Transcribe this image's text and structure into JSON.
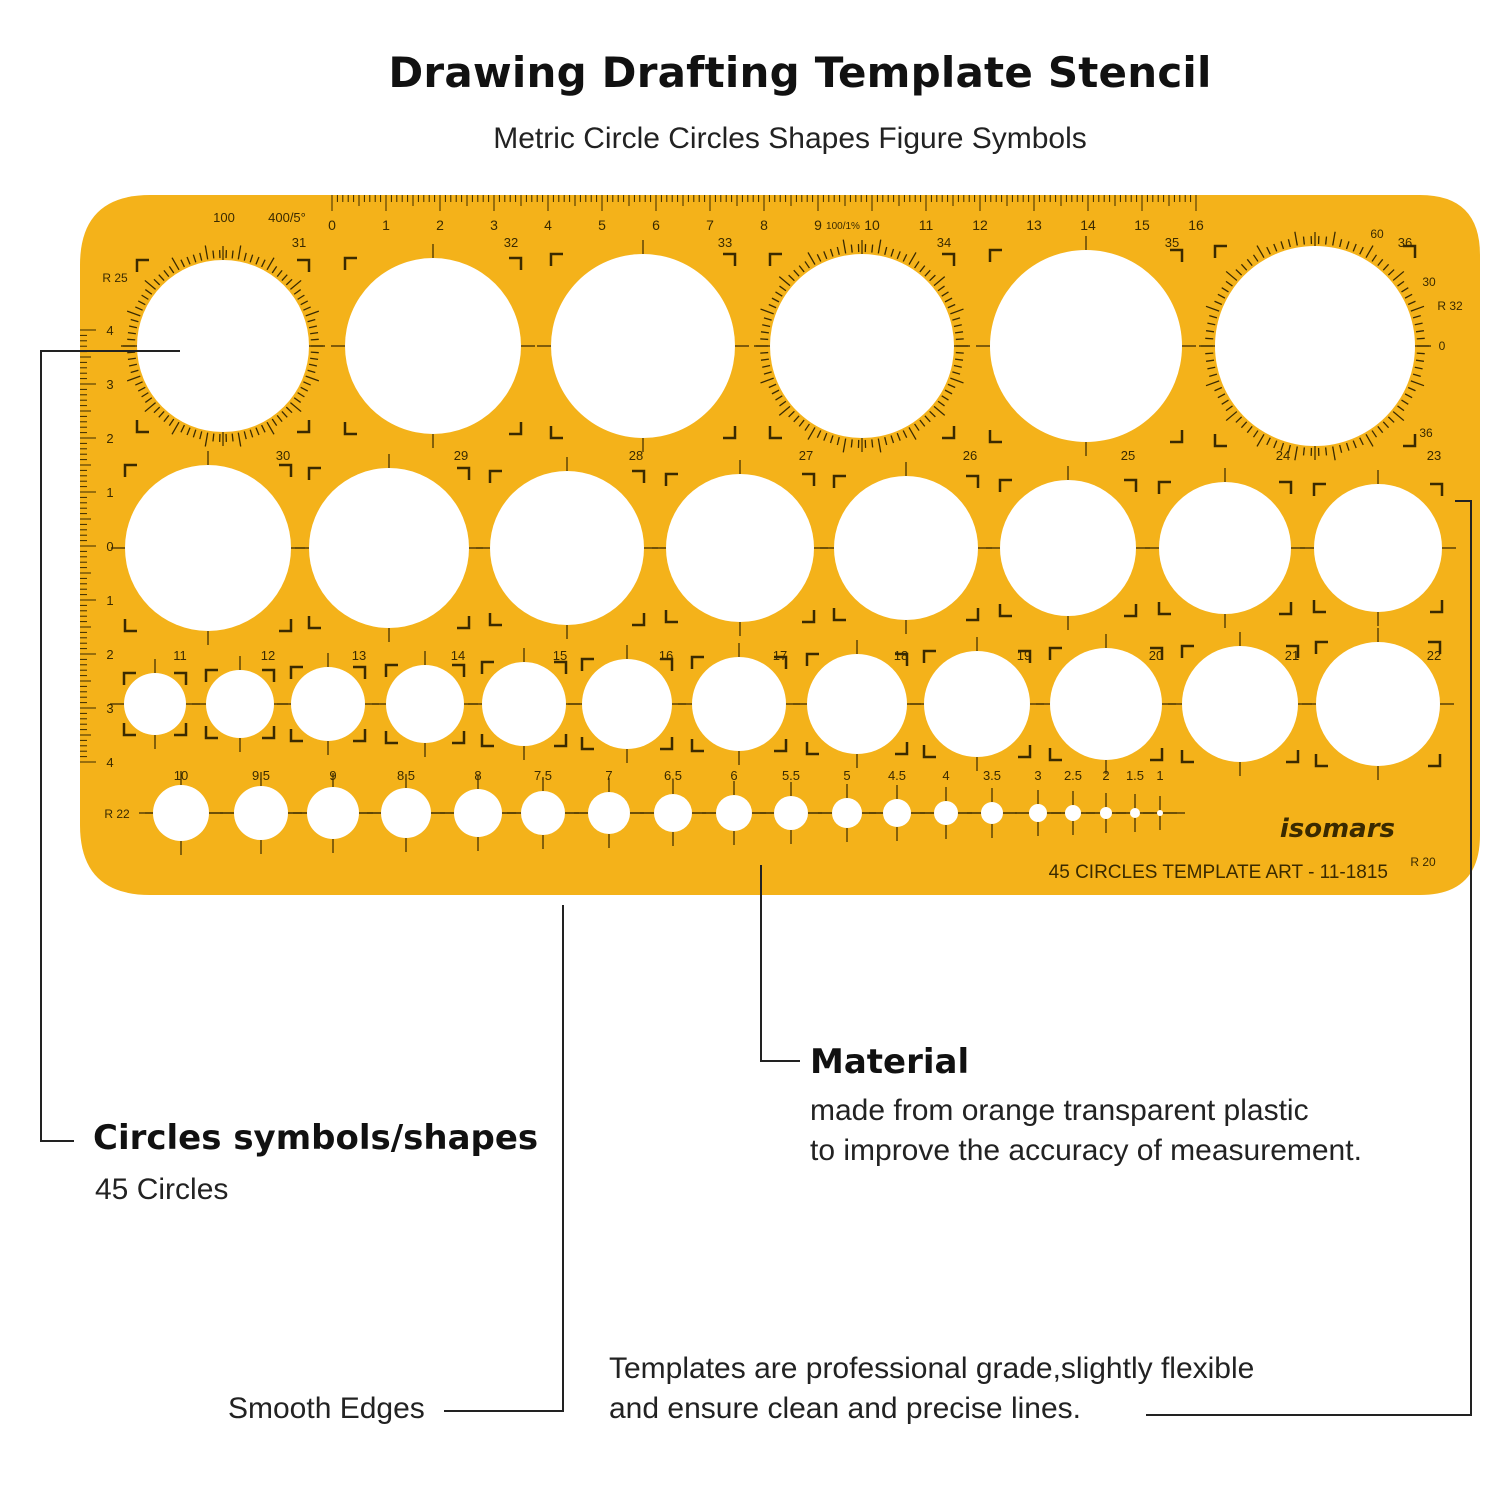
{
  "header": {
    "title": "Drawing Drafting Template Stencil",
    "subtitle": "Metric Circle Circles Shapes Figure Symbols"
  },
  "stencil": {
    "color": "#f4b21a",
    "brand": "isomars",
    "model_text": "45 CIRCLES TEMPLATE ART - 11-1815",
    "ruler_numbers": [
      "0",
      "1",
      "2",
      "3",
      "4",
      "5",
      "6",
      "7",
      "8",
      "9",
      "10",
      "11",
      "12",
      "13",
      "14",
      "15",
      "16"
    ],
    "ruler_side_numbers": [
      "4",
      "3",
      "2",
      "1",
      "0",
      "1",
      "2",
      "3",
      "4"
    ],
    "top_left_labels": [
      "100",
      "400/5°",
      "100/1%"
    ],
    "corner_labels": [
      "R 25",
      "R 32",
      "R 22",
      "R 20"
    ],
    "row1_sizes": [
      "31",
      "32",
      "33",
      "34",
      "35",
      "36"
    ],
    "row2_sizes": [
      "30",
      "29",
      "28",
      "27",
      "26",
      "25",
      "24",
      "23"
    ],
    "row3_sizes": [
      "11",
      "12",
      "13",
      "14",
      "15",
      "16",
      "17",
      "18",
      "19",
      "20",
      "21",
      "22"
    ],
    "row4_sizes": [
      "10",
      "9.5",
      "9",
      "8.5",
      "8",
      "7.5",
      "7",
      "6.5",
      "6",
      "5.5",
      "5",
      "4.5",
      "4",
      "3.5",
      "3",
      "2.5",
      "2",
      "1.5",
      "1"
    ],
    "protractor_labels": [
      "60",
      "30",
      "0",
      "36"
    ]
  },
  "callouts": {
    "circles": {
      "heading": "Circles symbols/shapes",
      "text": "45 Circles"
    },
    "material": {
      "heading": "Material",
      "lines": [
        "made from orange transparent plastic",
        "to improve the accuracy of measurement."
      ]
    },
    "edges": {
      "text": "Smooth Edges"
    },
    "grade": {
      "lines": [
        "Templates are professional grade,slightly flexible",
        "and ensure clean and precise lines."
      ]
    }
  }
}
